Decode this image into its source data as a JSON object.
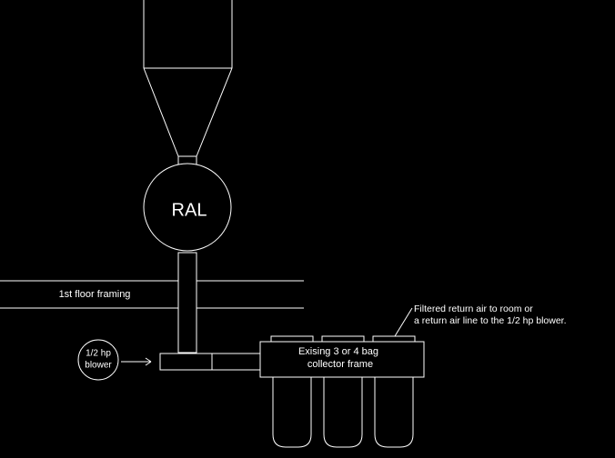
{
  "diagram": {
    "background": "#000000",
    "line_color": "#ffffff",
    "labels": {
      "ral": "RAL",
      "floor_framing": "1st floor framing",
      "blower_line1": "1/2 hp",
      "blower_line2": "blower",
      "collector_line1": "Exising 3 or 4 bag",
      "collector_line2": "collector frame",
      "note_line1": "Filtered return air to room or",
      "note_line2": "a return air line to the 1/2 hp blower."
    }
  }
}
